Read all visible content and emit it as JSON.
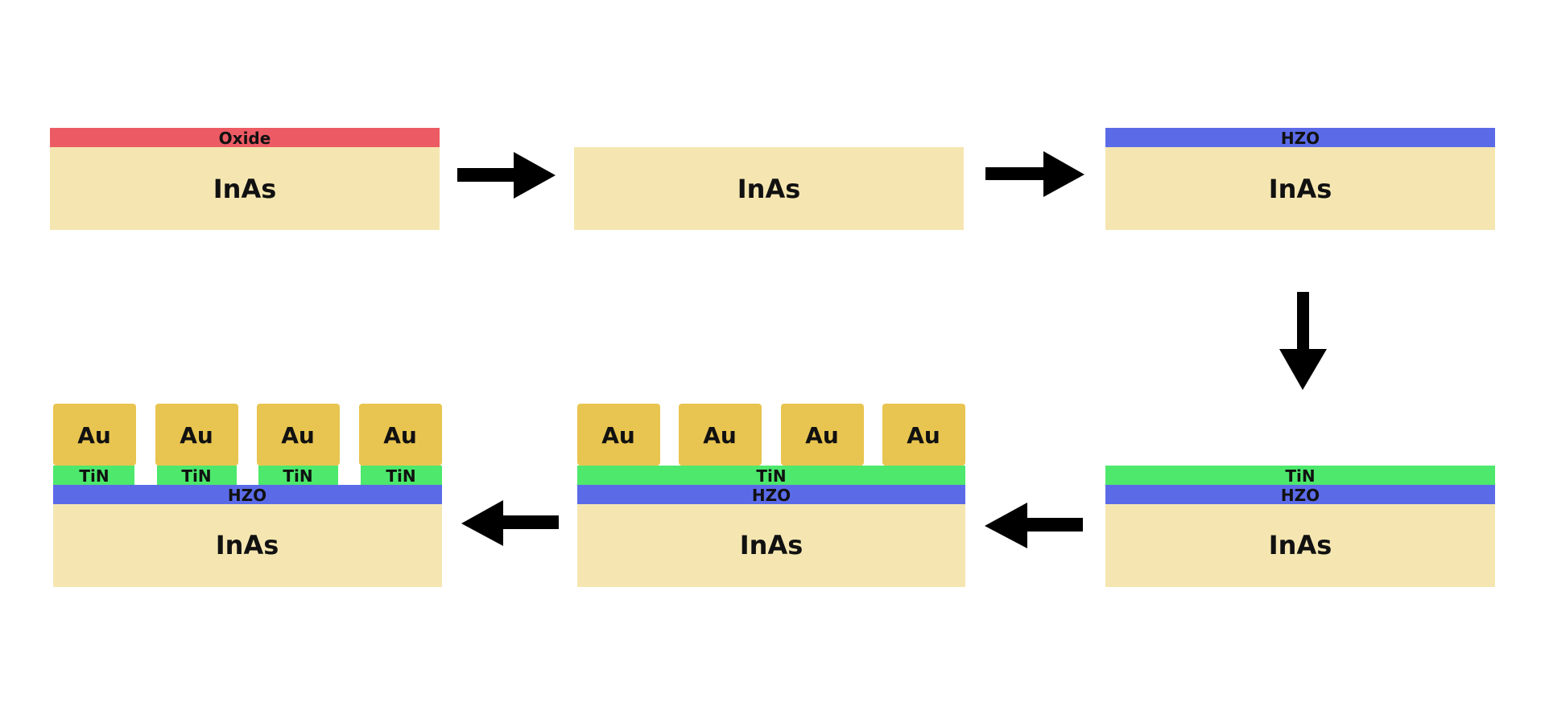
{
  "colors": {
    "inas": "#F5E6B1",
    "oxide": "#EC5B64",
    "hzo": "#5B6BE8",
    "tin": "#4DE86C",
    "au": "#E8C550",
    "arrow": "#000000"
  },
  "steps": [
    {
      "substrate": "InAs",
      "oxide": "Oxide"
    },
    {
      "substrate": "InAs"
    },
    {
      "substrate": "InAs",
      "hzo": "HZO"
    },
    {
      "substrate": "InAs",
      "hzo": "HZO",
      "tin": "TiN"
    },
    {
      "substrate": "InAs",
      "hzo": "HZO",
      "tin": "TiN",
      "au": [
        "Au",
        "Au",
        "Au",
        "Au"
      ]
    },
    {
      "substrate": "InAs",
      "hzo": "HZO",
      "tin": [
        "TiN",
        "TiN",
        "TiN",
        "TiN"
      ],
      "au": [
        "Au",
        "Au",
        "Au",
        "Au"
      ]
    }
  ],
  "arrows": [
    "arrow-right-icon",
    "arrow-right-icon",
    "arrow-down-icon",
    "arrow-left-icon",
    "arrow-left-icon"
  ]
}
